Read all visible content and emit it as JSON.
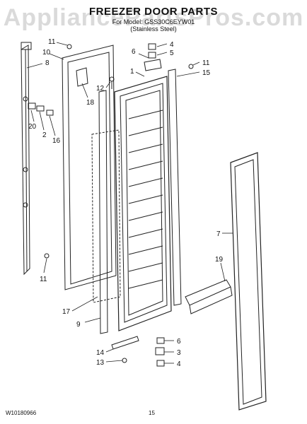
{
  "header": {
    "watermark": "AppliancePartsPros.com",
    "title": "FREEZER DOOR PARTS",
    "subtitle_line1": "For Model: GSS30C6EYW01",
    "subtitle_line2": "(Stainless Steel)"
  },
  "callouts": [
    {
      "id": "c11a",
      "label": "11"
    },
    {
      "id": "c10",
      "label": "10"
    },
    {
      "id": "c8",
      "label": "8"
    },
    {
      "id": "c18",
      "label": "18"
    },
    {
      "id": "c20",
      "label": "20"
    },
    {
      "id": "c2",
      "label": "2"
    },
    {
      "id": "c16",
      "label": "16"
    },
    {
      "id": "c6a",
      "label": "6"
    },
    {
      "id": "c4a",
      "label": "4"
    },
    {
      "id": "c5",
      "label": "5"
    },
    {
      "id": "c1",
      "label": "1"
    },
    {
      "id": "c11b",
      "label": "11"
    },
    {
      "id": "c15",
      "label": "15"
    },
    {
      "id": "c12",
      "label": "12"
    },
    {
      "id": "c7",
      "label": "7"
    },
    {
      "id": "c19",
      "label": "19"
    },
    {
      "id": "c11c",
      "label": "11"
    },
    {
      "id": "c17",
      "label": "17"
    },
    {
      "id": "c9",
      "label": "9"
    },
    {
      "id": "c6b",
      "label": "6"
    },
    {
      "id": "c3",
      "label": "3"
    },
    {
      "id": "c14",
      "label": "14"
    },
    {
      "id": "c13",
      "label": "13"
    },
    {
      "id": "c4b",
      "label": "4"
    }
  ],
  "footer": {
    "part_number": "W10180966",
    "page": "15"
  }
}
